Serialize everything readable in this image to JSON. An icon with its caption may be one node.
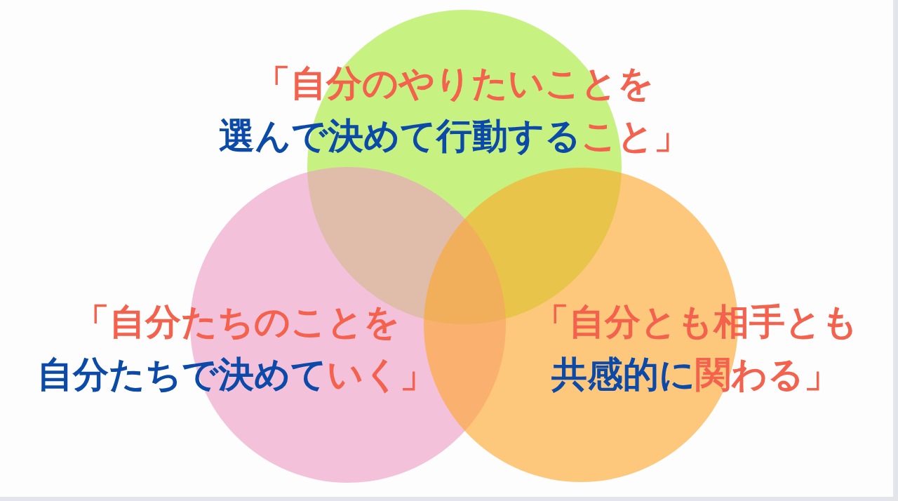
{
  "diagram": {
    "nodes": [
      {
        "text": [
          "「自分のやりたいことを選んで決めて行動すること」"
        ]
      },
      {
        "text": [
          "「自分たちのことを自分たちで決めていく」"
        ]
      },
      {
        "text": [
          "「自分とも相手とも共感的に関わる」"
        ]
      }
    ]
  }
}
